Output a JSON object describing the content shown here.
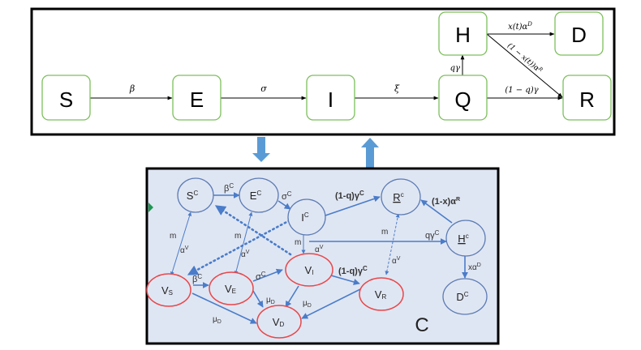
{
  "top_model": {
    "nodes": {
      "S": "S",
      "E": "E",
      "I": "I",
      "Q": "Q",
      "H": "H",
      "D": "D",
      "R": "R"
    },
    "edges": {
      "S_E": "β",
      "E_I": "σ",
      "I_Q": "ξ",
      "Q_H": "qγ",
      "H_D": "x(t)α",
      "H_D_sup": "D",
      "H_R": "(1 − x(t))α",
      "H_R_sup": "R",
      "Q_R": "(1 − q)γ"
    },
    "colors": {
      "node_border": "#7dbf5c",
      "frame": "#000000",
      "edge": "#000000"
    }
  },
  "bottom_model": {
    "panel_label": "C",
    "nodes": {
      "SC": {
        "base": "S",
        "sup": "C"
      },
      "EC": {
        "base": "E",
        "sup": "C"
      },
      "IC": {
        "base": "I",
        "sup": "C"
      },
      "RC": {
        "base": "R",
        "sup": "c"
      },
      "HC": {
        "base": "H",
        "sup": "c"
      },
      "DC": {
        "base": "D",
        "sup": "C"
      },
      "VS": {
        "base": "V",
        "sub": "S"
      },
      "VE": {
        "base": "V",
        "sub": "E"
      },
      "VI": {
        "base": "V",
        "sub": "I"
      },
      "VR": {
        "base": "V",
        "sub": "R"
      },
      "VD": {
        "base": "V",
        "sub": "D"
      }
    },
    "edges": {
      "SC_EC": {
        "base": "β",
        "sup": "C"
      },
      "EC_IC": {
        "base": "σ",
        "sup": "C"
      },
      "IC_RC": {
        "base": "(1-q)γ",
        "sup": "C"
      },
      "HC_RC": {
        "base": "(1-x)α",
        "sup": "R"
      },
      "IC_HC": {
        "base": "qγ",
        "sup": "C"
      },
      "HC_DC": {
        "base": "xα",
        "sup": "D"
      },
      "VS_VE": {
        "base": "β",
        "sup": "C"
      },
      "VE_VI": {
        "base": "σ",
        "sup": "C"
      },
      "VI_VR": {
        "base": "(1-q)γ",
        "sup": "C"
      },
      "VS_VD": {
        "base": "μ",
        "sub": "D"
      },
      "VE_VD": {
        "base": "μ",
        "sub": "D"
      },
      "VI_VD": {
        "base": "μ",
        "sub": "D"
      },
      "m": "m",
      "alphaV": {
        "base": "α",
        "sup": "V"
      }
    },
    "colors": {
      "panel_bg": "#dfe6f3",
      "human_node": "#5b7bb4",
      "vaccinated_node": "#e8474a",
      "edge": "#4a7cc9",
      "arrow_fill": "#5b9bd5",
      "indicator": "#1a9850"
    }
  }
}
